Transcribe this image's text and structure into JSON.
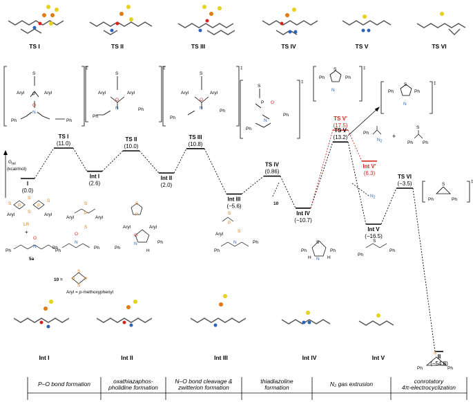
{
  "axis": {
    "ylabel": "G",
    "ysub": "rel",
    "yunit": "(kcal/mol)"
  },
  "species": [
    {
      "id": "I",
      "name": "I",
      "value": "(0.0)"
    },
    {
      "id": "TSI",
      "name": "TS I",
      "value": "(11.0)"
    },
    {
      "id": "IntI",
      "name": "Int I",
      "value": "(2.6)"
    },
    {
      "id": "TSII",
      "name": "TS II",
      "value": "(10.0)"
    },
    {
      "id": "IntII",
      "name": "Int II",
      "value": "(2.0)"
    },
    {
      "id": "TSIII",
      "name": "TS III",
      "value": "(10.8)"
    },
    {
      "id": "IntIII",
      "name": "Int III",
      "value": "(−5.6)"
    },
    {
      "id": "TSIV",
      "name": "TS IV",
      "value": "(0.86)"
    },
    {
      "id": "IntIV",
      "name": "Int IV",
      "value": "(−10.7)"
    },
    {
      "id": "TSV",
      "name": "TS V",
      "value": "(13.2)"
    },
    {
      "id": "TSVp",
      "name": "TS V'",
      "value": "(17.5)"
    },
    {
      "id": "IntVp",
      "name": "Int V'",
      "value": "(6.3)"
    },
    {
      "id": "IntV",
      "name": "Int V",
      "value": "(−16.5)"
    },
    {
      "id": "TSVI",
      "name": "TS VI",
      "value": "(−3.5)"
    },
    {
      "id": "II",
      "name": "II",
      "value": "(−54.8)"
    }
  ],
  "top_labels": [
    "TS I",
    "TS II",
    "TS III",
    "TS IV",
    "TS V",
    "TS VI"
  ],
  "bottom_labels": [
    "Int I",
    "Int II",
    "Int III",
    "Int IV",
    "Int V"
  ],
  "chem": {
    "lr": "LR",
    "plus": "+",
    "fivea": "5a",
    "ten": "10",
    "ten_eq": "10 =",
    "aryl_def_prefix": "Aryl = ",
    "aryl_def_italic": "p",
    "aryl_def_suffix": "-methoxyphenyl",
    "n2": "N",
    "n2sub": "2",
    "aryl": "Aryl",
    "ph": "Ph",
    "s": "S",
    "o": "O",
    "p": "P",
    "n": "N",
    "h": "H",
    "dagger": "‡"
  },
  "stages": [
    "P–O bond formation",
    "oxathiazaphos-\npholidine formation",
    "N–O bond cleavage &\nzwitterion formation",
    "thiadiazoline\nformation",
    "N₂ gas extrusion",
    "conrotatory\n4π-electrocyclization"
  ],
  "colors": {
    "red": "#d6261c",
    "orange": "#e07a12",
    "blue": "#2a62b8",
    "yellow": "#e6d21a"
  },
  "values": {
    "I": 0.0,
    "TSI": 11.0,
    "IntI": 2.6,
    "TSII": 10.0,
    "IntII": 2.0,
    "TSIII": 10.8,
    "IntIII": -5.6,
    "TSIV": 0.86,
    "IntIV": -10.7,
    "TSV": 13.2,
    "TSVp": 17.5,
    "IntVp": 6.3,
    "IntV": -16.5,
    "TSVI": -3.5,
    "II": -54.8
  }
}
